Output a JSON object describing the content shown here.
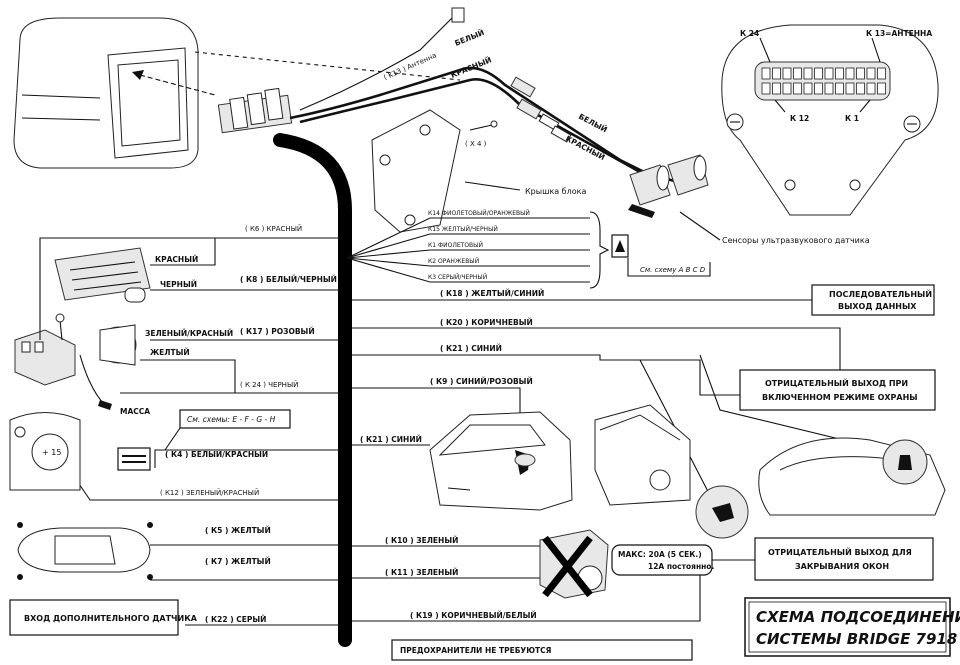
{
  "top": {
    "antenna_wire": "( K13 ) Антенна",
    "white_top": "БЕЛЫЙ",
    "red_top": "КРАСНЫЙ",
    "white_mid": "БЕЛЫЙ",
    "red_mid": "КРАСНЫЙ",
    "x4": "( X 4 )",
    "cover": "Крышка блока",
    "sensors": "Сенсоры ультразвукового датчика"
  },
  "connector_view": {
    "k24": "К 24",
    "k13": "К 13=АНТЕННА",
    "k12": "К 12",
    "k1": "К 1"
  },
  "sensor_wires": [
    "К14 ФИОЛЕТОВЫЙ/ОРАНЖЕВЫЙ",
    "К15 ЖЕЛТЫЙ/ЧЕРНЫЙ",
    "К1 ФИОЛЕТОВЫЙ",
    "К2 ОРАНЖЕВЫЙ",
    "К3 СЕРЫЙ/ЧЕРНЫЙ"
  ],
  "sensor_ref": "См. схему А В С D",
  "left_wires": {
    "k6": "( К6 ) КРАСНЫЙ",
    "red": "КРАСНЫЙ",
    "k8": "( К8 ) БЕЛЫЙ/ЧЕРНЫЙ",
    "black": "ЧЕРНЫЙ",
    "green_red": "ЗЕЛЕНЫЙ/КРАСНЫЙ",
    "k17": "( К17 ) РОЗОВЫЙ",
    "yellow": "ЖЕЛТЫЙ",
    "k24": "( К 24 ) ЧЕРНЫЙ",
    "ground": "МАССА",
    "schemes_ref": "См. схемы: Е - F - G - Н",
    "k4": "( К4 ) БЕЛЫЙ/КРАСНЫЙ",
    "k12": "( К12 ) ЗЕЛЕНЫЙ/КРАСНЫЙ",
    "plus15": "+ 15",
    "k5": "( К5 ) ЖЕЛТЫЙ",
    "k7": "( К7 ) ЖЕЛТЫЙ",
    "k22": "( К22 ) СЕРЫЙ",
    "extra_sensor": "ВХОД ДОПОЛНИТЕЛЬНОГО ДАТЧИКА"
  },
  "right_wires": {
    "k18": "( К18 ) ЖЕЛТЫЙ/СИНИЙ",
    "serial_out_1": "ПОСЛЕДОВАТЕЛЬНЫЙ",
    "serial_out_2": "ВЫХОД ДАННЫХ",
    "k20": "( К20 ) КОРИЧНЕВЫЙ",
    "k21a": "( К21 ) СИНИЙ",
    "neg_out_1": "ОТРИЦАТЕЛЬНЫЙ ВЫХОД ПРИ",
    "neg_out_2": "ВКЛЮЧЕННОМ РЕЖИМЕ ОХРАНЫ",
    "k9": "( К9 ) СИНИЙ/РОЗОВЫЙ",
    "k21b": "( К21 ) СИНИЙ",
    "k10": "( К10 ) ЗЕЛЕНЫЙ",
    "k11": "( К11 ) ЗЕЛЕНЫЙ",
    "fuse_1": "МАКС: 20А (5 СЕК.)",
    "fuse_2": "12А постоянно.",
    "window_out_1": "ОТРИЦАТЕЛЬНЫЙ ВЫХОД ДЛЯ",
    "window_out_2": "ЗАКРЫВАНИЯ ОКОН",
    "k19": "( К19 ) КОРИЧНЕВЫЙ/БЕЛЫЙ",
    "no_fuses": "ПРЕДОХРАНИТЕЛИ НЕ ТРЕБУЮТСЯ"
  },
  "title": {
    "line1": "СХЕМА ПОДСОЕДИНЕНИЯ",
    "line2": "СИСТЕМЫ BRIDGE 7918"
  }
}
